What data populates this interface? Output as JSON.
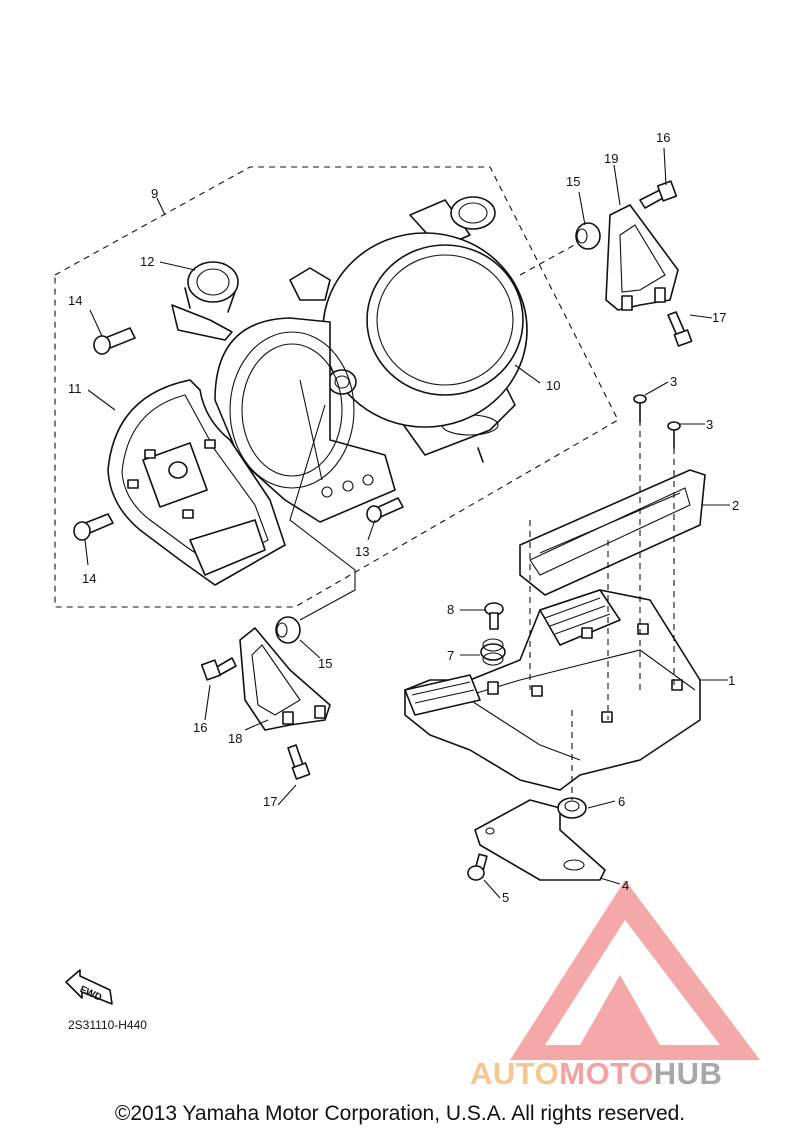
{
  "diagram": {
    "callouts": [
      "1",
      "2",
      "3",
      "3",
      "4",
      "5",
      "6",
      "7",
      "8",
      "9",
      "10",
      "11",
      "12",
      "13",
      "14",
      "14",
      "15",
      "15",
      "16",
      "16",
      "17",
      "17",
      "18",
      "19"
    ],
    "fwd_label": "FWD",
    "drawing_code": "2S31110-H440"
  },
  "watermark": {
    "part1": "AUTO",
    "part2": "MOTO",
    "part3": "HUB",
    "colors": {
      "auto": "#f7c58f",
      "moto": "#f4a3a3",
      "hub": "#a8a8a8",
      "logo": "#f28a8a"
    }
  },
  "footer": {
    "copyright": "©2013 Yamaha Motor Corporation, U.S.A. All rights reserved."
  }
}
